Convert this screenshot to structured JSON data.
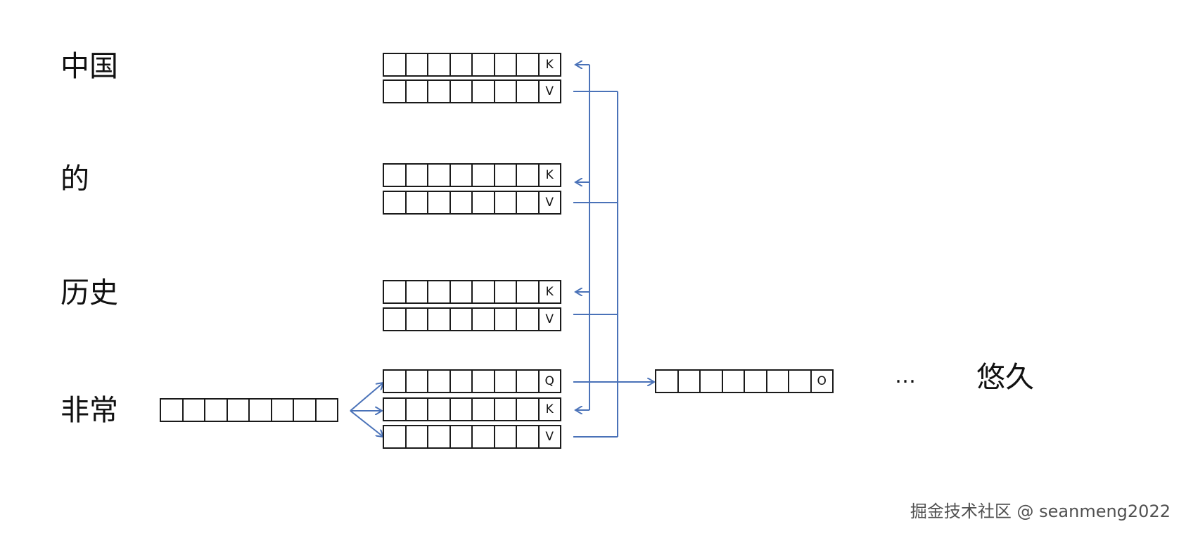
{
  "words": {
    "w1": "中国",
    "w2": "的",
    "w3": "历史",
    "w4": "非常",
    "next": "悠久"
  },
  "vector_labels": {
    "key": "K",
    "value": "V",
    "query": "Q",
    "output": "O"
  },
  "ellipsis": "…",
  "watermark": "掘金技术社区 @ seanmeng2022",
  "colors": {
    "arrow": "#4a72b8",
    "cell_border": "#1a1a1a"
  }
}
